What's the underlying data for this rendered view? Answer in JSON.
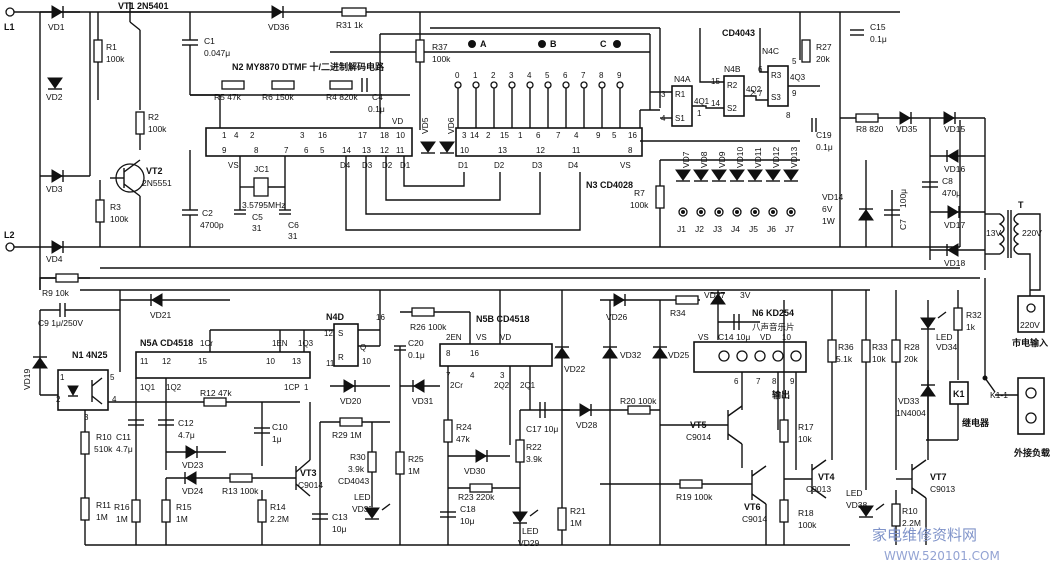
{
  "terminals": {
    "l1": "L1",
    "l2": "L2",
    "a": "A",
    "b": "B",
    "c": "C"
  },
  "ics": {
    "n2": "N2 MY8870 DTMF 十/二进制解码电路",
    "n3": "N3 CD4028",
    "n4": "CD4043",
    "n4a": "N4A",
    "n4b": "N4B",
    "n4c": "N4C",
    "n4d": "N4D",
    "n5a": "N5A CD4518",
    "n5b": "N5B CD4518",
    "n6": "N6 KD254",
    "n6_desc": "八声音乐片",
    "n1": "N1 4N25",
    "cd4043_small": "CD4043"
  },
  "transistors": {
    "vt1": "VT1 2N5401",
    "vt2": "VT2",
    "vt2_model": "2N5551",
    "vt3": "VT3",
    "vt3_model": "C9014",
    "vt4": "VT4",
    "vt4_model": "C9013",
    "vt5": "VT5",
    "vt5_model": "C9014",
    "vt6": "VT6",
    "vt6_model": "C9014",
    "vt7": "VT7",
    "vt7_model": "C9013"
  },
  "resistors": {
    "r1": "R1",
    "r1v": "100k",
    "r2": "R2",
    "r2v": "100k",
    "r3": "R3",
    "r3v": "100k",
    "r5": "R5 47k",
    "r6": "R6 150k",
    "r4": "R4 820k",
    "r31": "R31 1k",
    "r37": "R37",
    "r37v": "100k",
    "r27": "R27",
    "r27v": "20k",
    "r7": "R7",
    "r7v": "100k",
    "r8": "R8 820",
    "r9": "R9 10k",
    "r10": "R10",
    "r10v": "510k",
    "r11": "R11",
    "r11v": "1M",
    "r12": "R12 47k",
    "r13": "R13 100k",
    "r14": "R14",
    "r14v": "2.2M",
    "r15": "R15",
    "r15v": "1M",
    "r16": "R16",
    "r16v": "1M",
    "r25": "R25",
    "r25v": "1M",
    "r26": "R26 100k",
    "r29": "R29 1M",
    "r30": "R30",
    "r30v": "3.9k",
    "r24": "R24",
    "r24v": "47k",
    "r22": "R22",
    "r22v": "3.9k",
    "r23": "R23 220k",
    "r21": "R21",
    "r21v": "1M",
    "r20": "R20 100k",
    "r19": "R19 100k",
    "r17": "R17",
    "r17v": "10k",
    "r18": "R18",
    "r18v": "100k",
    "r34": "R34",
    "r36": "R36",
    "r36v": "5.1k",
    "r33": "R33",
    "r33v": "10k",
    "r28": "R28",
    "r28v": "20k",
    "r32": "R32",
    "r32v": "1k",
    "r10b": "R10",
    "r10bv": "2.2M"
  },
  "capacitors": {
    "c1": "C1",
    "c1v": "0.047μ",
    "c2": "C2",
    "c2v": "4700p",
    "c4": "C4",
    "c4v": "0.1μ",
    "c5": "C5",
    "c5v": "31",
    "c6": "C6",
    "c6v": "31",
    "c15": "C15",
    "c15v": "0.1μ",
    "c19": "C19",
    "c19v": "0.1μ",
    "c8": "C8",
    "c8v": "470μ",
    "c7": "C7",
    "c7v": "100μ",
    "c9": "C9 1μ/250V",
    "c11": "C11",
    "c11v": "4.7μ",
    "c12": "C12",
    "c12v": "4.7μ",
    "c10": "C10",
    "c10v": "1μ",
    "c13": "C13",
    "c13v": "10μ",
    "c20": "C20",
    "c20v": "0.1μ",
    "c17": "C17 10μ",
    "c18": "C18",
    "c18v": "10μ",
    "c14": "C14 10μ",
    "jc1": "JC1",
    "jc1v": "3.5795MHz"
  },
  "diodes": {
    "vd1": "VD1",
    "vd2": "VD2",
    "vd3": "VD3",
    "vd4": "VD4",
    "vd5": "VD5",
    "vd6": "VD6",
    "vd7": "VD7",
    "vd8": "VD8",
    "vd9": "VD9",
    "vd10": "VD10",
    "vd11": "VD11",
    "vd12": "VD12",
    "vd13": "VD13",
    "vd14": "VD14",
    "vd14v": "6V",
    "vd14w": "1W",
    "vd15": "VD15",
    "vd16": "VD16",
    "vd17": "VD17",
    "vd18": "VD18",
    "vd19": "VD19",
    "vd20": "VD20",
    "vd21": "VD21",
    "vd22": "VD22",
    "vd23": "VD23",
    "vd24": "VD24",
    "vd25": "VD25",
    "vd26": "VD26",
    "vd27": "VD27",
    "vd27v": "3V",
    "vd28": "VD28",
    "vd30": "VD30",
    "vd31": "VD31",
    "vd32": "VD32",
    "vd33": "VD33",
    "vd33v": "1N4004",
    "vd35": "VD35",
    "vd36": "VD36",
    "led_vd37": "LED",
    "led_vd37b": "VD37",
    "led_vd29": "LED",
    "led_vd29b": "VD29",
    "led_vd34": "LED",
    "led_vd34b": "VD34",
    "led_vd38": "LED",
    "led_vd38b": "VD38"
  },
  "pins_n2": [
    "1",
    "4",
    "2",
    "3",
    "16",
    "17",
    "18",
    "10",
    "9",
    "8",
    "7",
    "6",
    "5",
    "14",
    "13",
    "12",
    "11",
    "VS",
    "VD",
    "D4",
    "D3",
    "D2",
    "D1"
  ],
  "pins_n3": [
    "14",
    "2",
    "15",
    "1",
    "6",
    "7",
    "4",
    "9",
    "5",
    "16",
    "10",
    "13",
    "12",
    "11",
    "8",
    "D1",
    "D2",
    "D3",
    "D4",
    "VS"
  ],
  "n3_outputs": [
    "0",
    "1",
    "2",
    "3",
    "4",
    "5",
    "6",
    "7",
    "8",
    "9"
  ],
  "jacks": [
    "J1",
    "J2",
    "J3",
    "J4",
    "J5",
    "J6",
    "J7"
  ],
  "n4_pins": {
    "r1": "R1",
    "s1": "S1",
    "q1": "4Q1",
    "r2": "R2",
    "s2": "S2",
    "q2": "4Q2",
    "r3": "R3",
    "s3": "S3",
    "q3": "4Q3",
    "p3": "3",
    "p4": "4",
    "p1": "1",
    "p15": "15",
    "p14": "14",
    "p2": "2",
    "p6": "6",
    "p7": "7",
    "p5": "5",
    "p9": "9",
    "p8": "8"
  },
  "n5a_pins": [
    "1Cr",
    "15",
    "1EN",
    "10",
    "13",
    "1Q3",
    "1Q1",
    "12",
    "1Q2",
    "11",
    "1CP",
    "1"
  ],
  "n5b_pins": [
    "2EN",
    "8",
    "VS",
    "16",
    "VD",
    "7",
    "4",
    "3",
    "2Cr",
    "2Q2",
    "2Q1"
  ],
  "n4d_pins": [
    "S",
    "Q",
    "R",
    "16",
    "10",
    "11",
    "12"
  ],
  "n6_pins": [
    "VS",
    "VD",
    "6",
    "7",
    "8",
    "10",
    "9"
  ],
  "transformer": {
    "t": "T",
    "sec": "13V",
    "pri": "220V"
  },
  "relay": {
    "k1": "K1",
    "k11": "K1-1",
    "label": "继电器"
  },
  "outputs": {
    "mains_in": "市电输入",
    "mains_v": "220V",
    "external": "外接负载",
    "out": "输出"
  },
  "watermark": {
    "cn": "家电维修资料网",
    "url": "WWW.520101.COM"
  }
}
